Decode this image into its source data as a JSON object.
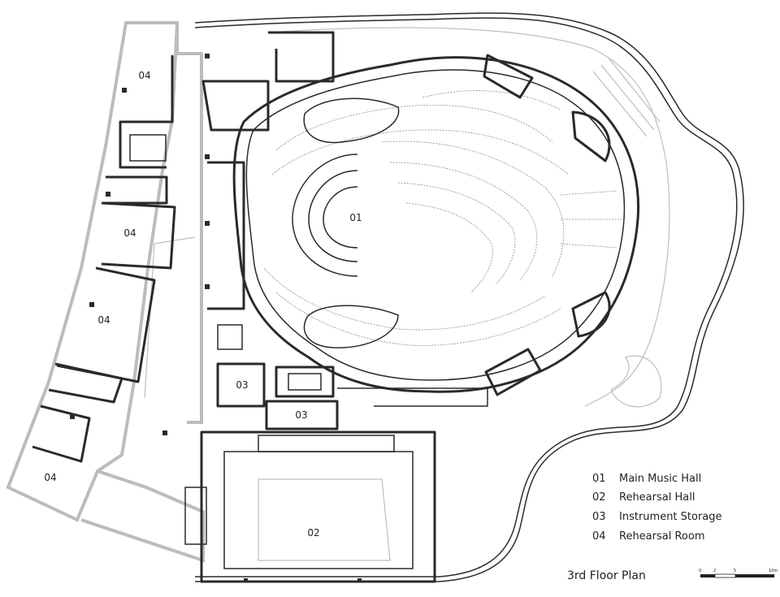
{
  "plan": {
    "title": "3rd Floor Plan",
    "rooms": [
      {
        "id": "main-hall",
        "code": "01"
      },
      {
        "id": "rehearsal-hall",
        "code": "02"
      },
      {
        "id": "storage-a",
        "code": "03"
      },
      {
        "id": "storage-b",
        "code": "03"
      },
      {
        "id": "rehearsal-room-1",
        "code": "04"
      },
      {
        "id": "rehearsal-room-2",
        "code": "04"
      },
      {
        "id": "rehearsal-room-3",
        "code": "04"
      },
      {
        "id": "rehearsal-room-4",
        "code": "04"
      }
    ],
    "legend": [
      {
        "code": "01",
        "label": "Main Music Hall"
      },
      {
        "code": "02",
        "label": "Rehearsal Hall"
      },
      {
        "code": "03",
        "label": "Instrument Storage"
      },
      {
        "code": "04",
        "label": "Rehearsal Room"
      }
    ],
    "scale": {
      "ticks": [
        "0",
        "2",
        "5",
        "10m"
      ]
    }
  }
}
